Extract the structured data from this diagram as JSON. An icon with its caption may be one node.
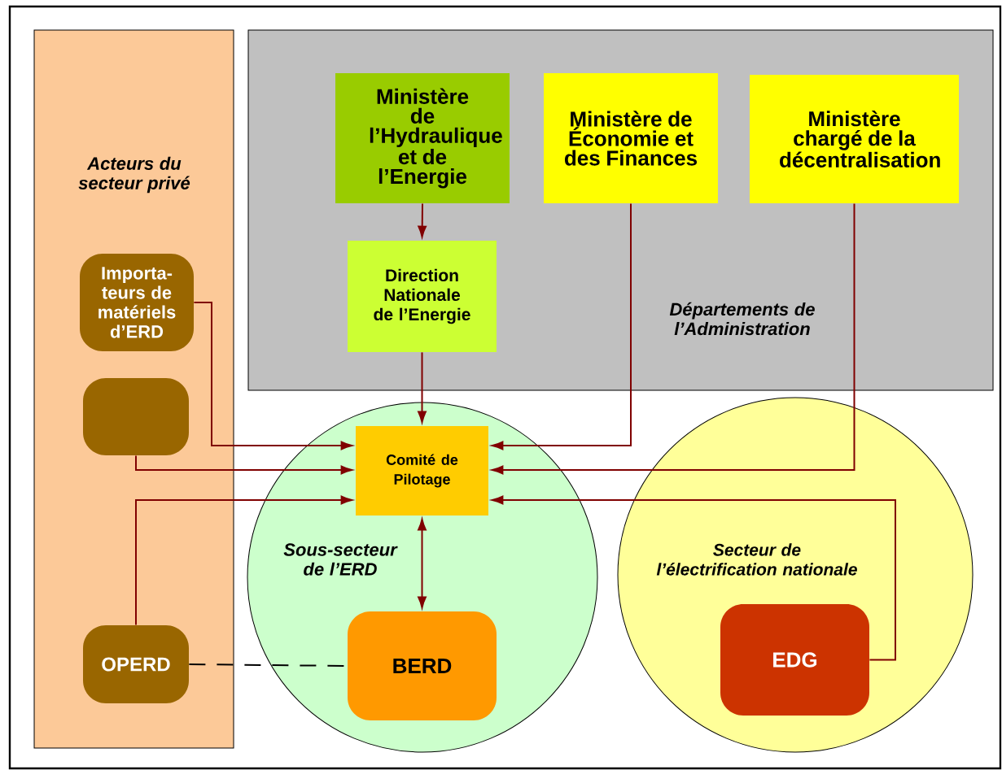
{
  "diagram": {
    "nodes": [
      {
        "text": [
          "Acteurs du secteur privé"
        ]
      },
      {
        "text": [
          "Départements de l’Administration"
        ]
      },
      {
        "text": [
          "Sous-secteur de l’ERD"
        ]
      },
      {
        "text": [
          "Secteur de l’électrification nationale"
        ]
      },
      {
        "text": [
          "Ministère de l’Hydraulique et de l’Energie"
        ],
        "in": 1
      },
      {
        "text": [
          "Ministère de Économie et des Finances"
        ],
        "in": 1
      },
      {
        "text": [
          "Ministère chargé de la décentralisation"
        ],
        "in": 1
      },
      {
        "text": [
          "Direction Nationale de l’Energie"
        ],
        "in": 1
      },
      {
        "text": [
          "Importa-teurs de matériels d’ERD"
        ],
        "in": 0
      },
      {
        "text": [],
        "shape": "box",
        "in": 0
      },
      {
        "text": [
          "OPERD"
        ],
        "in": 0
      },
      {
        "text": [
          "Comité de Pilotage"
        ],
        "in": 2
      },
      {
        "text": [
          "BERD"
        ],
        "in": 2
      },
      {
        "text": [
          "EDG"
        ],
        "in": 3
      }
    ],
    "edges": [
      {
        "from": 4,
        "to": 7,
        "arrow": "to"
      },
      {
        "from": 7,
        "to": 11,
        "arrow": "to"
      },
      {
        "from": 5,
        "to": 11,
        "arrow": "to"
      },
      {
        "from": 6,
        "to": 11,
        "arrow": "to"
      },
      {
        "from": 13,
        "to": 11,
        "arrow": "to"
      },
      {
        "from": 8,
        "to": 11,
        "arrow": "to"
      },
      {
        "from": 9,
        "to": 11,
        "arrow": "to"
      },
      {
        "from": 10,
        "to": 11,
        "arrow": "to"
      },
      {
        "from": 11,
        "to": 12,
        "arrow": "both"
      },
      {
        "from": 10,
        "to": 12,
        "arrow": "none",
        "style": "dashed",
        "color": "#000000"
      }
    ]
  }
}
